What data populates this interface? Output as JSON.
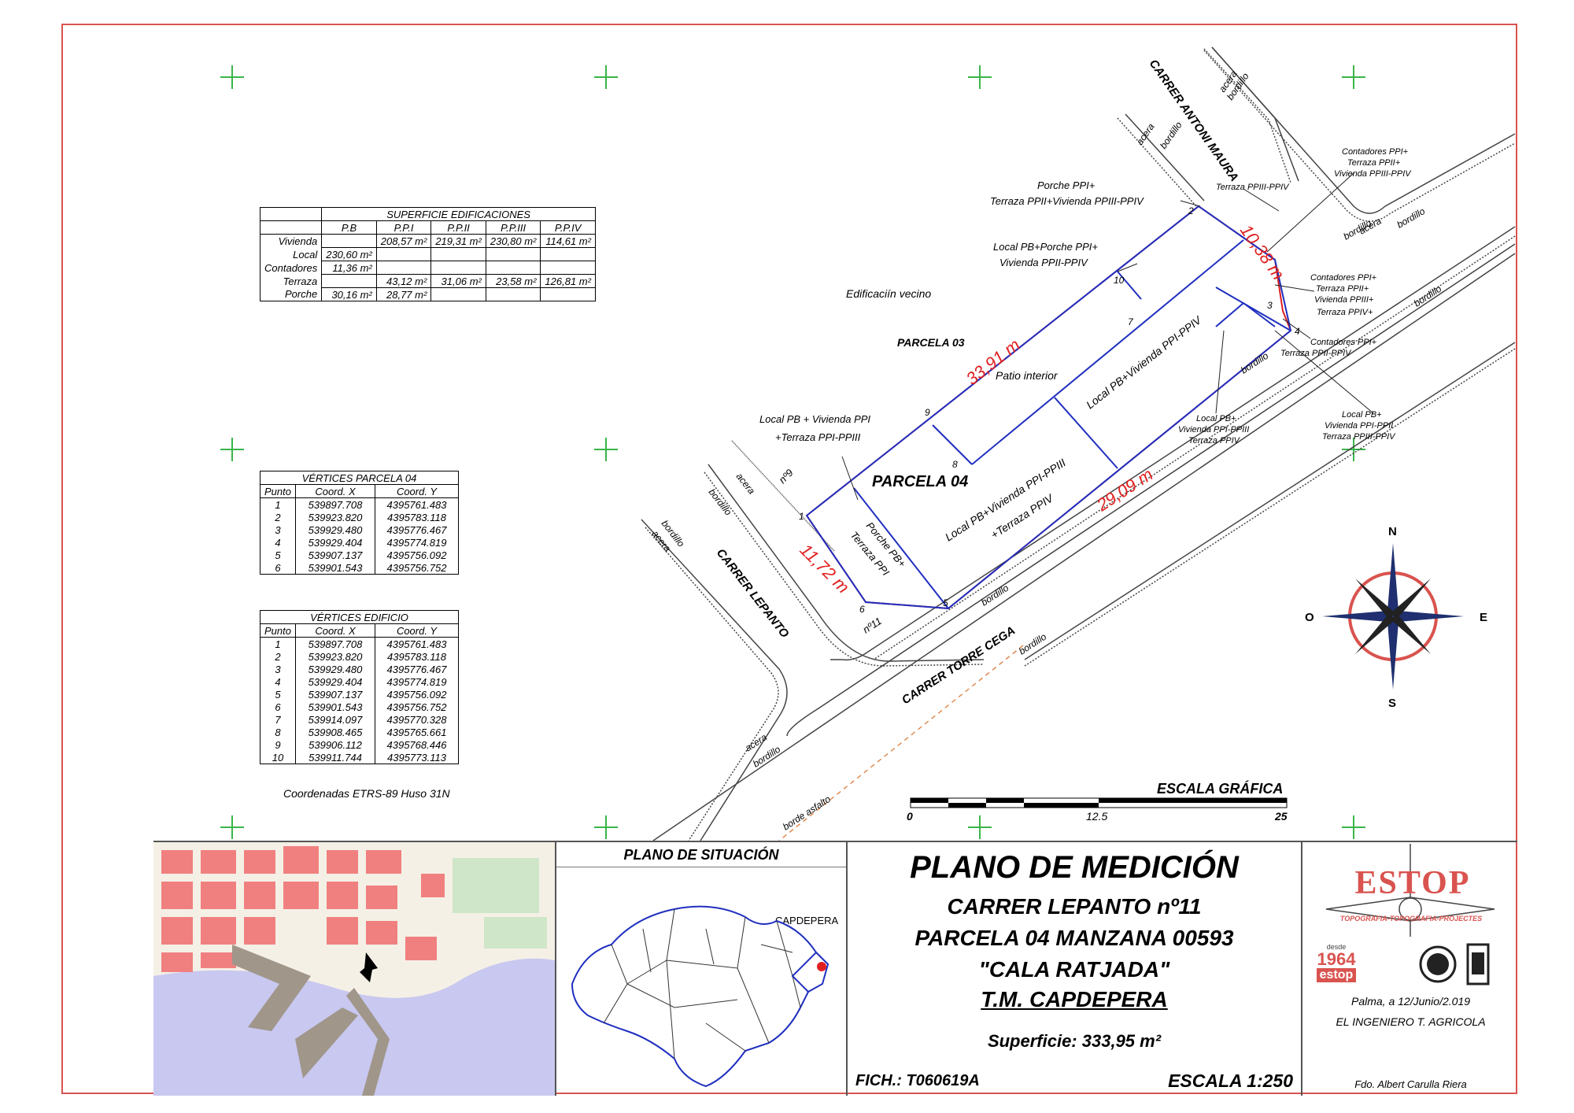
{
  "sup_table": {
    "caption": "SUPERFICIE EDIFICACIONES",
    "columns": [
      "P.B",
      "P.P.I",
      "P.P.II",
      "P.P.III",
      "P.P.IV"
    ],
    "rows": [
      {
        "label": "Vivienda",
        "values": [
          "",
          "208,57 m²",
          "219,31 m²",
          "230,80 m²",
          "114,61 m²"
        ]
      },
      {
        "label": "Local",
        "values": [
          "230,60 m²",
          "",
          "",
          "",
          ""
        ]
      },
      {
        "label": "Contadores",
        "values": [
          "11,36 m²",
          "",
          "",
          "",
          ""
        ]
      },
      {
        "label": "Terraza",
        "values": [
          "",
          "43,12 m²",
          "31,06 m²",
          "23,58 m²",
          "126,81 m²"
        ]
      },
      {
        "label": "Porche",
        "values": [
          "30,16 m²",
          "28,77 m²",
          "",
          "",
          ""
        ]
      }
    ]
  },
  "parcela_table": {
    "caption": "VÉRTICES PARCELA 04",
    "columns": [
      "Punto",
      "Coord. X",
      "Coord. Y"
    ],
    "rows": [
      [
        "1",
        "539897.708",
        "4395761.483"
      ],
      [
        "2",
        "539923.820",
        "4395783.118"
      ],
      [
        "3",
        "539929.480",
        "4395776.467"
      ],
      [
        "4",
        "539929.404",
        "4395774.819"
      ],
      [
        "5",
        "539907.137",
        "4395756.092"
      ],
      [
        "6",
        "539901.543",
        "4395756.752"
      ]
    ]
  },
  "edificio_table": {
    "caption": "VÉRTICES EDIFICIO",
    "columns": [
      "Punto",
      "Coord. X",
      "Coord. Y"
    ],
    "rows": [
      [
        "1",
        "539897.708",
        "4395761.483"
      ],
      [
        "2",
        "539923.820",
        "4395783.118"
      ],
      [
        "3",
        "539929.480",
        "4395776.467"
      ],
      [
        "4",
        "539929.404",
        "4395774.819"
      ],
      [
        "5",
        "539907.137",
        "4395756.092"
      ],
      [
        "6",
        "539901.543",
        "4395756.752"
      ],
      [
        "7",
        "539914.097",
        "4395770.328"
      ],
      [
        "8",
        "539908.465",
        "4395765.661"
      ],
      [
        "9",
        "539906.112",
        "4395768.446"
      ],
      [
        "10",
        "539911.744",
        "4395773.113"
      ]
    ]
  },
  "coord_note": "Coordenadas ETRS-89 Huso 31N",
  "plan": {
    "streets": {
      "antoni_maura": "CARRER ANTONI MAURA",
      "lepanto": "CARRER LEPANTO",
      "torre_cega": "CARRER TORRE CEGA"
    },
    "parcels": {
      "p03": "PARCELA 03",
      "p04": "PARCELA 04",
      "vecino": "Edificaciín vecino"
    },
    "misc": {
      "acera": "acera",
      "bordillo": "bordillo",
      "borde_asfalto": "borde asfalto",
      "n9": "nº9",
      "n11": "nº11",
      "patio": "Patio interior"
    },
    "dimensions": {
      "d1": "33,91 m",
      "d2": "10,38 m",
      "d3": "29,09 m",
      "d4": "11,72 m"
    },
    "zones": {
      "z1": "Local PB+Vivienda PPI-PPIV",
      "z2a": "Local PB+Vivienda PPI-PPIII",
      "z2b": "+Terraza PPIV",
      "z3a": "Porche PB+",
      "z3b": "Terraza PPI"
    },
    "callouts": {
      "c1a": "Porche PPI+",
      "c1b": "Terraza PPII+Vivienda PPIII-PPIV",
      "c2a": "Local PB+Porche PPI+",
      "c2b": "Vivienda PPII-PPIV",
      "c3a": "Local PB + Vivienda PPI",
      "c3b": "+Terraza PPI-PPIII",
      "c4": "Terraza PPIII-PPIV",
      "c5a": "Contadores PPI+",
      "c5b": "Terraza PPII+",
      "c5c": "Vivienda PPIII-PPIV",
      "c6a": "Contadores PPI+",
      "c6b": "Terraza PPII+",
      "c6c": "Vivienda PPIII+",
      "c6d": "Terraza PPIV+",
      "c7a": "Contadores PPI+",
      "c7b": "Terraza PPII-PPIV",
      "c8a": "Local PB+",
      "c8b": "Vivienda PPI-PPIII",
      "c8c": "Terraza PPIV",
      "c9a": "Local PB+",
      "c9b": "Vivienda PPI-PPII",
      "c9c": "Terraza PPIII-PPIV"
    },
    "points": [
      "1",
      "2",
      "3",
      "4",
      "5",
      "6",
      "7",
      "8",
      "9",
      "10"
    ],
    "compass": {
      "n": "N",
      "s": "S",
      "e": "E",
      "o": "O"
    },
    "scale_bar": {
      "title": "ESCALA GRÁFICA",
      "t0": "0",
      "t1": "12.5",
      "t2": "25"
    }
  },
  "title_block": {
    "situacion_title": "PLANO DE SITUACIÓN",
    "situacion_label": "CAPDEPERA",
    "title": "PLANO DE MEDICIÓN",
    "line1": "CARRER LEPANTO nº11",
    "line2": "PARCELA 04 MANZANA 00593",
    "line3": "\"CALA RATJADA\"",
    "line4": "T.M. CAPDEPERA",
    "superficie": "Superficie:  333,95 m²",
    "fich": "FICH.: T060619A",
    "escala": "ESCALA 1:250"
  },
  "logo": {
    "name": "ESTOP",
    "tagline": "TOPOGRAFIA-TOPOGRAFIA-PROJECTES",
    "since_label": "desde",
    "since_year": "1964",
    "since_brand": "estop",
    "date": "Palma,  a  12/Junio/2.019",
    "engineer": "EL  INGENIERO  T.  AGRICOLA",
    "signature": "Fdo.  Albert  Carulla  Riera"
  },
  "colors": {
    "frame": "#d9534f",
    "parcel": "#e02020",
    "building": "#1f2fbf",
    "grid_cross": "#39b54a",
    "map_water": "#c8c8f0",
    "map_block": "#f08080"
  }
}
